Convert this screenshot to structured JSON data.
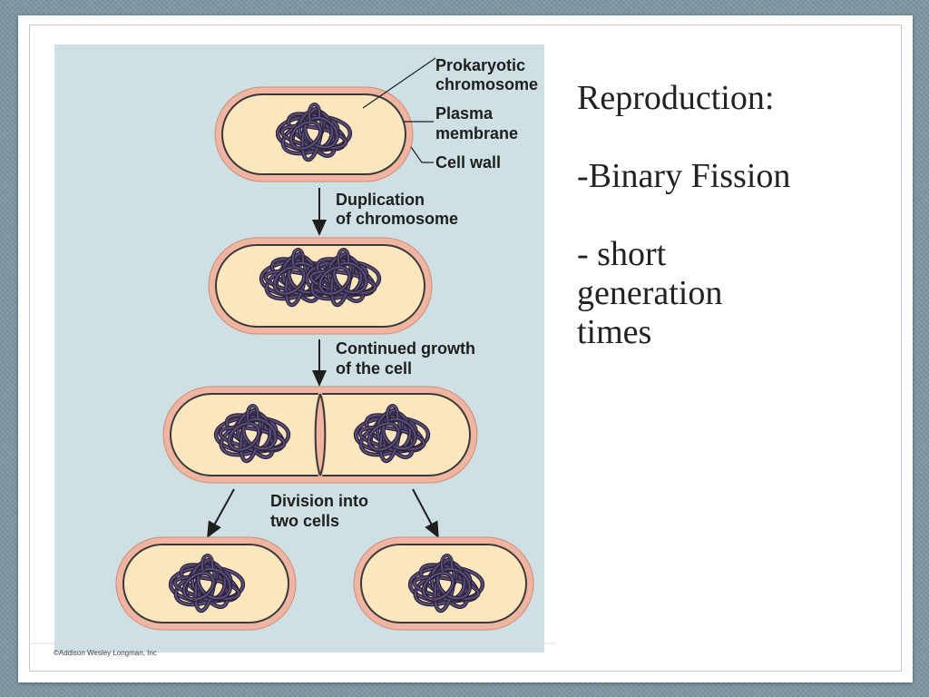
{
  "diagram": {
    "labels": {
      "chromosome_line1": "Prokaryotic",
      "chromosome_line2": "chromosome",
      "membrane_line1": "Plasma",
      "membrane_line2": "membrane",
      "cell_wall": "Cell wall",
      "step1_line1": "Duplication",
      "step1_line2": "of chromosome",
      "step2_line1": "Continued growth",
      "step2_line2": "of the cell",
      "step3_line1": "Division into",
      "step3_line2": "two cells"
    },
    "credit": "©Addison Wesley Longman, Inc",
    "colors": {
      "panel": "#cfe0e5",
      "cytoplasm": "#fbe6bd",
      "wall": "#efb5a0",
      "outline": "#3a3a3a",
      "chromosome": "#5a4d7a"
    }
  },
  "slide": {
    "title": "Reproduction:",
    "bullet1": "-Binary Fission",
    "bullet2_line1": "- short",
    "bullet2_line2": "generation",
    "bullet2_line3": "times"
  }
}
